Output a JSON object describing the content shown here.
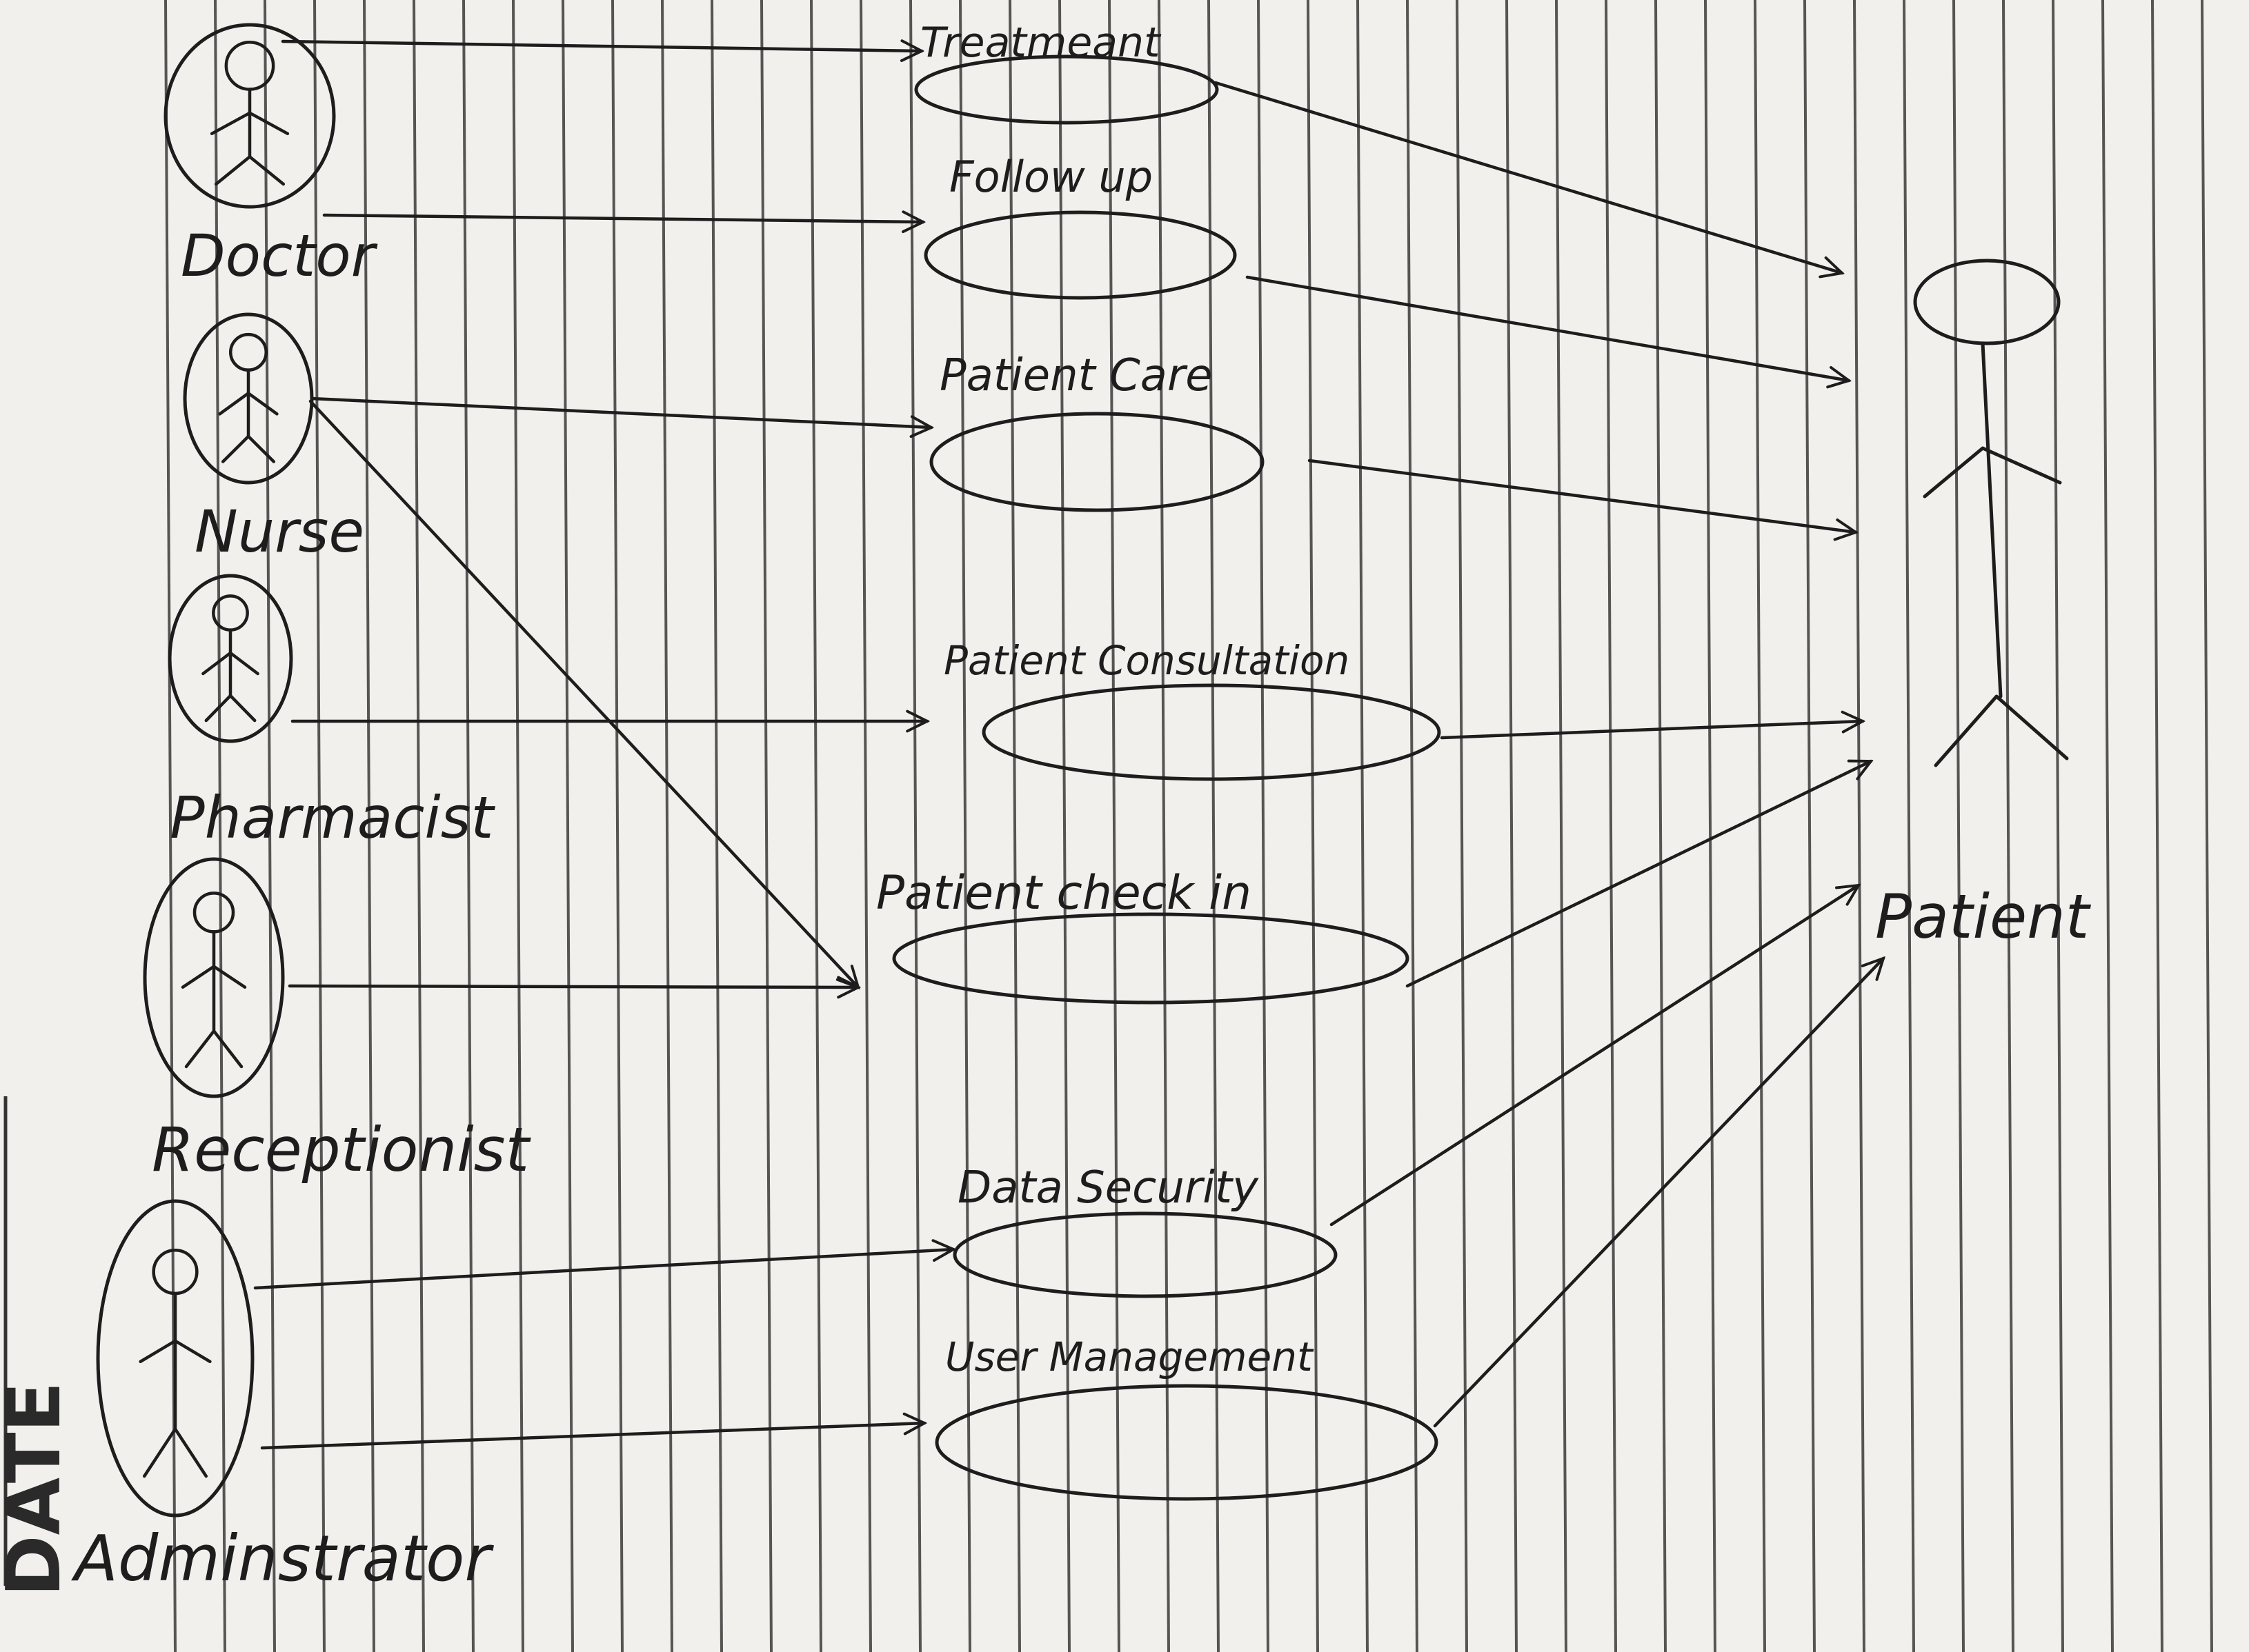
{
  "margin": {
    "date_label": "DATE"
  },
  "actors": [
    {
      "id": "doctor",
      "label": "Doctor"
    },
    {
      "id": "nurse",
      "label": "Nurse"
    },
    {
      "id": "pharmacist",
      "label": "Pharmacist"
    },
    {
      "id": "receptionist",
      "label": "Receptionist"
    },
    {
      "id": "administrator",
      "label": "Adminstrator"
    }
  ],
  "patient_actor": {
    "id": "patient",
    "label": "Patient"
  },
  "use_cases": [
    {
      "id": "treatment",
      "label": "Treatmeant"
    },
    {
      "id": "follow-up",
      "label": "Follow up"
    },
    {
      "id": "patient-care",
      "label": "Patient Care"
    },
    {
      "id": "patient-consultation",
      "label": "Patient Consultation"
    },
    {
      "id": "patient-check-in",
      "label": "Patient check in"
    },
    {
      "id": "data-security",
      "label": "Data Security"
    },
    {
      "id": "user-management",
      "label": "User Management"
    }
  ],
  "associations": [
    {
      "from": "doctor",
      "to": "treatment"
    },
    {
      "from": "doctor",
      "to": "follow-up"
    },
    {
      "from": "nurse",
      "to": "patient-care"
    },
    {
      "from": "nurse",
      "to": "patient-check-in"
    },
    {
      "from": "pharmacist",
      "to": "patient-consultation"
    },
    {
      "from": "receptionist",
      "to": "patient-check-in"
    },
    {
      "from": "administrator",
      "to": "data-security"
    },
    {
      "from": "administrator",
      "to": "user-management"
    },
    {
      "from": "treatment",
      "to": "patient"
    },
    {
      "from": "follow-up",
      "to": "patient"
    },
    {
      "from": "patient-care",
      "to": "patient"
    },
    {
      "from": "patient-consultation",
      "to": "patient"
    },
    {
      "from": "patient-check-in",
      "to": "patient"
    },
    {
      "from": "data-security",
      "to": "patient"
    },
    {
      "from": "user-management",
      "to": "patient"
    }
  ]
}
